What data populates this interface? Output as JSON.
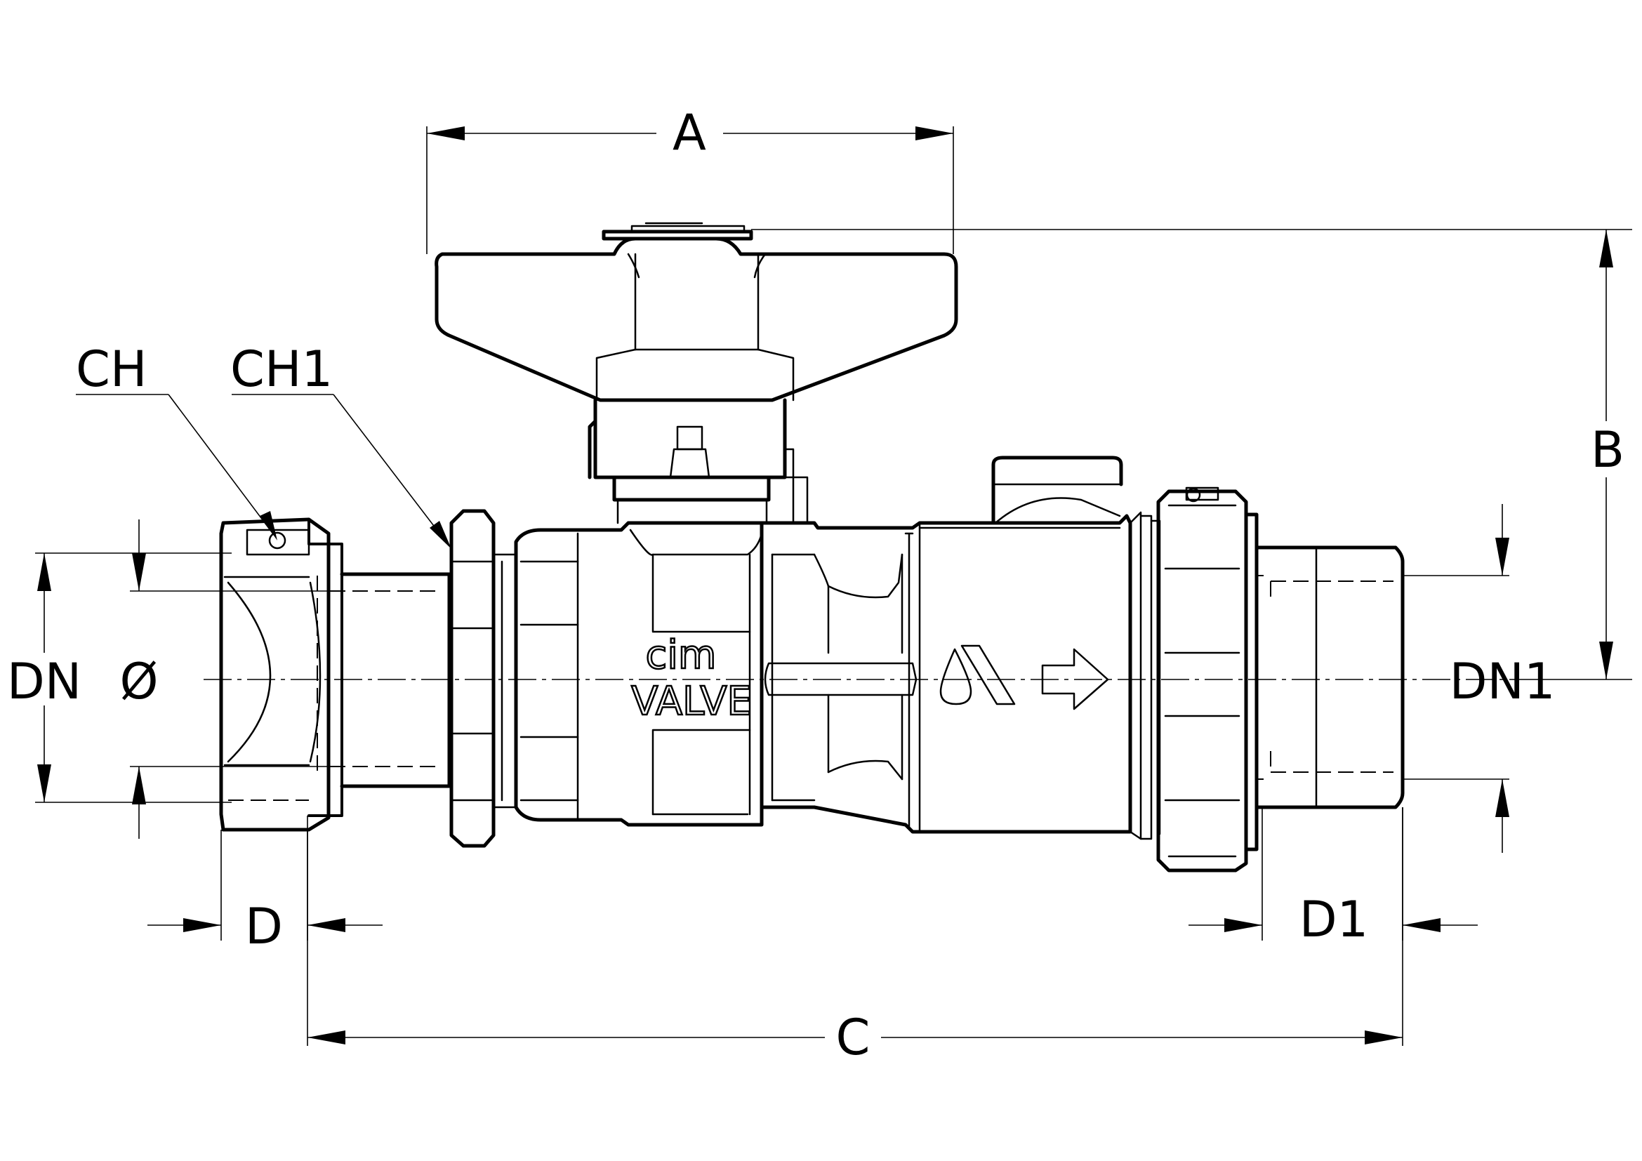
{
  "labels": {
    "a": "A",
    "b": "B",
    "c": "C",
    "d": "D",
    "d1": "D1",
    "dn": "DN",
    "dn1": "DN1",
    "diameter": "Ø",
    "ch": "CH",
    "ch1": "CH1"
  },
  "body_marking": {
    "line1": "cim",
    "line2": "VALVE"
  },
  "colors": {
    "ink": "#000000",
    "paper": "#ffffff"
  },
  "icons": {
    "brand_mark": "drop-triangle-logo-icon",
    "flow_direction": "right-arrow-icon"
  }
}
